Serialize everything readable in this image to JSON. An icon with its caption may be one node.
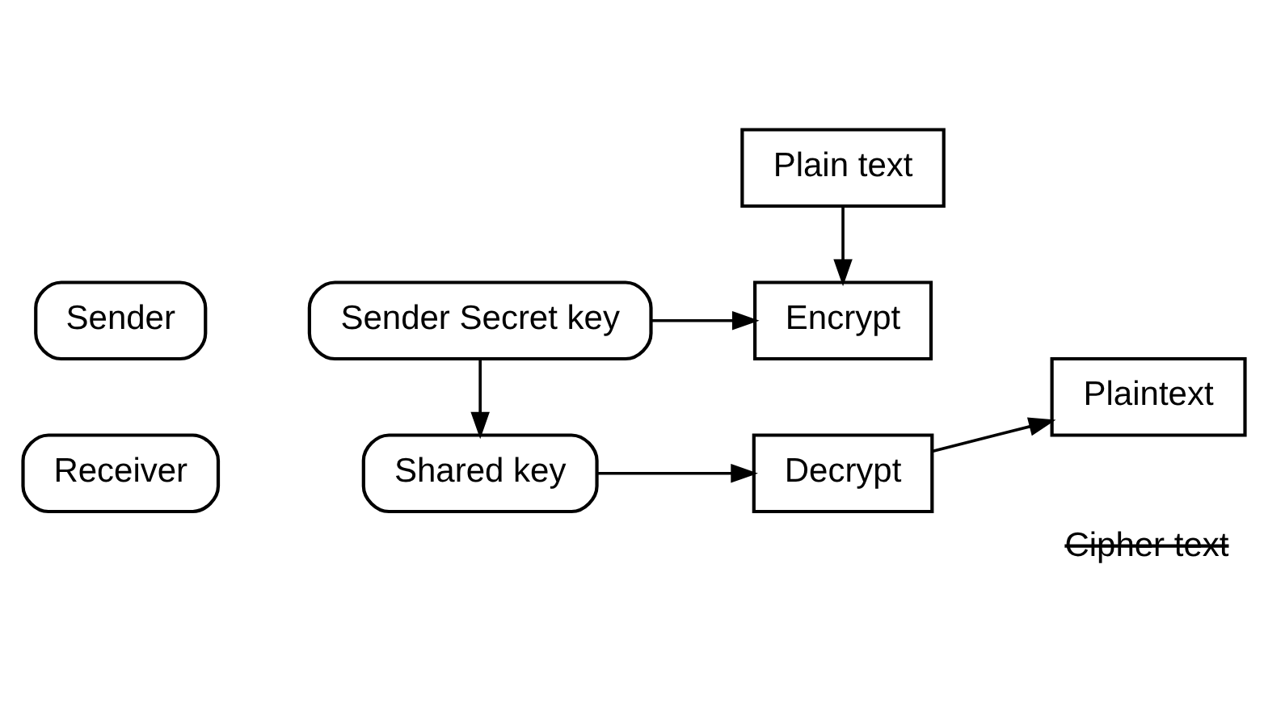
{
  "diagram": {
    "nodes": [
      {
        "text": [
          "Sender"
        ]
      },
      {
        "text": [
          "Receiver"
        ]
      },
      {
        "text": [
          "Sender Secret key"
        ]
      },
      {
        "text": [
          "Shared key"
        ]
      },
      {
        "text": [
          "Plain text"
        ]
      },
      {
        "text": [
          "Encrypt"
        ]
      },
      {
        "text": [
          "Decrypt"
        ]
      },
      {
        "text": [
          "Plaintext"
        ]
      }
    ],
    "edges": [
      {
        "from": 2,
        "to": 3,
        "arrow": "to"
      },
      {
        "from": 2,
        "to": 5,
        "arrow": "to"
      },
      {
        "from": 4,
        "to": 5,
        "arrow": "to"
      },
      {
        "from": 3,
        "to": 6,
        "arrow": "to"
      },
      {
        "from": 6,
        "to": 7,
        "arrow": "to"
      }
    ],
    "labels": [
      "Cipher text"
    ]
  }
}
